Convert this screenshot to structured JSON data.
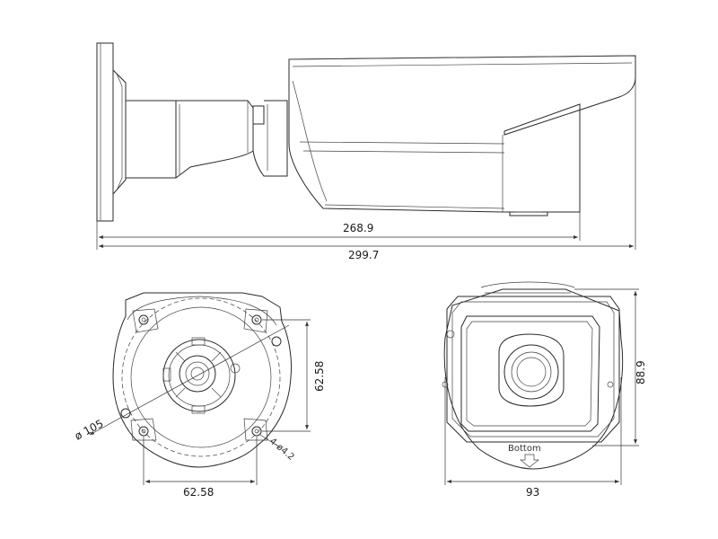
{
  "side_view": {
    "dim_inner": "268.9",
    "dim_outer": "299.7"
  },
  "bottom_view": {
    "dim_diameter": "ø 105",
    "dim_holes": "4-ø4.2",
    "dim_vertical": "62.58",
    "dim_horizontal": "62.58"
  },
  "front_view": {
    "dim_height": "88.9",
    "dim_width": "93",
    "bottom_label": "Bottom"
  }
}
